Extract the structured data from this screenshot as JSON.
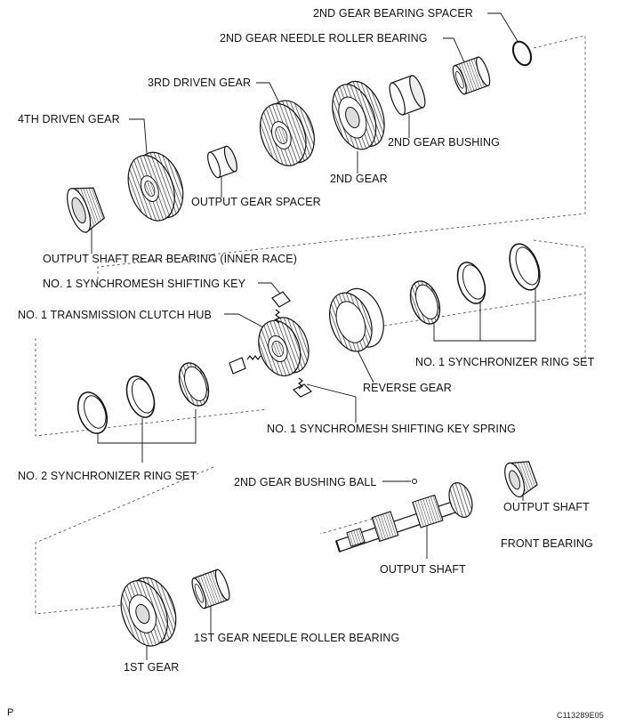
{
  "labels": {
    "bearing_spacer": "2ND GEAR BEARING SPACER",
    "needle_roller_2nd": "2ND GEAR NEEDLE ROLLER BEARING",
    "driven_3rd": "3RD DRIVEN GEAR",
    "driven_4th": "4TH DRIVEN GEAR",
    "bushing_2nd": "2ND GEAR BUSHING",
    "gear_2nd": "2ND GEAR",
    "output_gear_spacer": "OUTPUT GEAR SPACER",
    "rear_bearing": "OUTPUT SHAFT REAR BEARING (INNER RACE)",
    "shifting_key": "NO. 1 SYNCHROMESH SHIFTING KEY",
    "clutch_hub": "NO. 1 TRANSMISSION CLUTCH HUB",
    "sync_ring_1": "NO. 1 SYNCHRONIZER RING SET",
    "reverse_gear": "REVERSE GEAR",
    "key_spring": "NO. 1 SYNCHROMESH SHIFTING KEY SPRING",
    "sync_ring_2": "NO. 2 SYNCHRONIZER RING SET",
    "bushing_ball": "2ND GEAR BUSHING BALL",
    "front_bearing_1": "OUTPUT SHAFT",
    "front_bearing_2": "FRONT BEARING",
    "output_shaft": "OUTPUT SHAFT",
    "needle_roller_1st": "1ST GEAR NEEDLE ROLLER BEARING",
    "gear_1st": "1ST GEAR"
  },
  "corner": {
    "page_mark": "P",
    "figure_code": "C113289E05"
  }
}
